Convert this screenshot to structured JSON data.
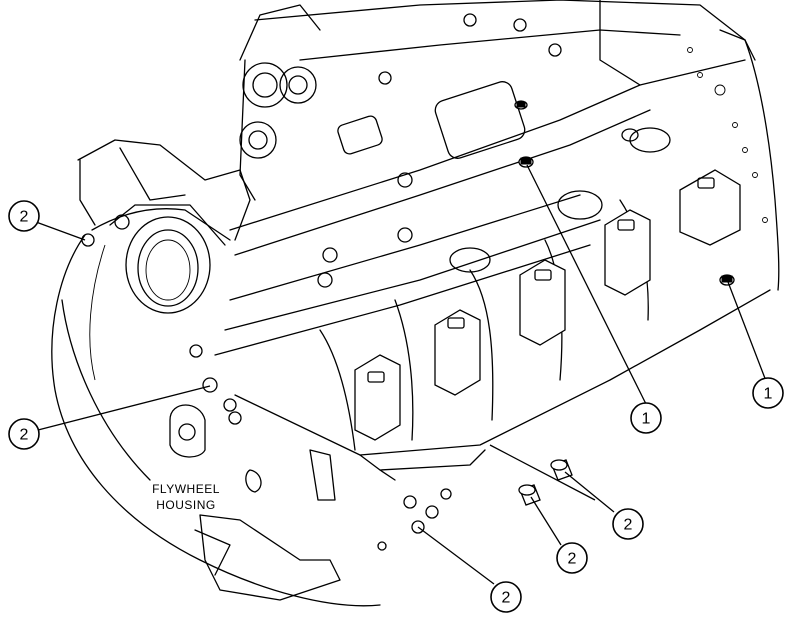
{
  "figure": {
    "label_lines": [
      "FLYWHEEL",
      "HOUSING"
    ]
  },
  "callouts": [
    {
      "id": "c1",
      "number": "2"
    },
    {
      "id": "c2",
      "number": "2"
    },
    {
      "id": "c3",
      "number": "1"
    },
    {
      "id": "c4",
      "number": "1"
    },
    {
      "id": "c5",
      "number": "2"
    },
    {
      "id": "c6",
      "number": "2"
    },
    {
      "id": "c7",
      "number": "2"
    }
  ]
}
